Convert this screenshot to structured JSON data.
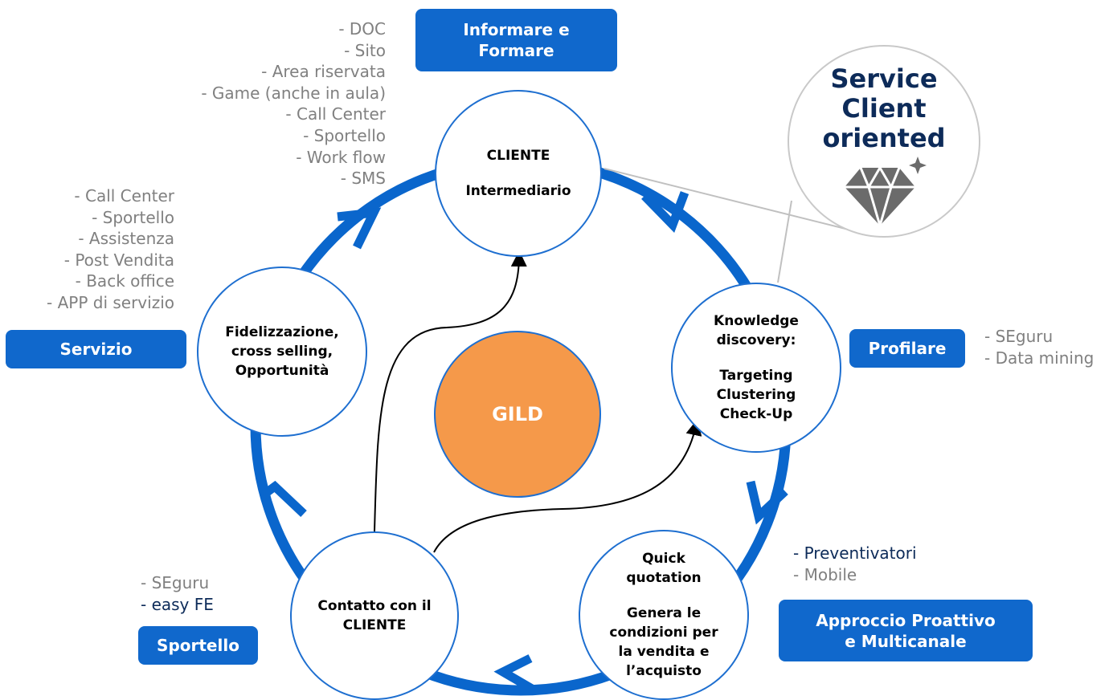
{
  "center": {
    "label": "GILD"
  },
  "nodes": {
    "cliente": {
      "line1": "CLIENTE",
      "line2": "Intermediario"
    },
    "knowledge": {
      "line1": "Knowledge",
      "line2": "discovery:",
      "line3": "Targeting",
      "line4": "Clustering",
      "line5": "Check-Up"
    },
    "quick": {
      "line1": "Quick",
      "line2": "quotation",
      "line3": "Genera le",
      "line4": "condizioni per",
      "line5": "la vendita e",
      "line6": "l’acquisto"
    },
    "contatto": {
      "line1": "Contatto con il",
      "line2": "CLIENTE"
    },
    "fidelizzazione": {
      "line1": "Fidelizzazione,",
      "line2": "cross selling,",
      "line3": "Opportunità"
    }
  },
  "tags": {
    "informare": {
      "line1": "Informare e",
      "line2": "Formare"
    },
    "profilare": "Profilare",
    "approccio": {
      "line1": "Approccio Proattivo",
      "line2": "e Multicanale"
    },
    "sportello": "Sportello",
    "servizio": "Servizio"
  },
  "lists": {
    "informare": [
      "- DOC",
      "- Sito",
      "- Area riservata",
      "- Game (anche in aula)",
      "- Call Center",
      "- Sportello",
      "- Work flow",
      "- SMS"
    ],
    "profilare": [
      "- SEguru",
      "- Data mining"
    ],
    "approccio": [
      "- Preventivatori",
      "- Mobile"
    ],
    "sportello": [
      "- SEguru",
      "- easy FE"
    ],
    "servizio": [
      "- Call Center",
      "- Sportello",
      "- Assistenza",
      "- Post Vendita",
      "- Back office",
      "- APP di servizio"
    ]
  },
  "callout": {
    "line1": "Service",
    "line2": "Client",
    "line3": "oriented",
    "icon": "diamond-sparkle-icon"
  },
  "colors": {
    "ring": "#0a66cc",
    "tag_bg": "#1068cc",
    "center_fill": "#f5994a",
    "callout_title": "#0d2b59",
    "list_text": "#808080",
    "list_dark": "#0d2b59"
  }
}
